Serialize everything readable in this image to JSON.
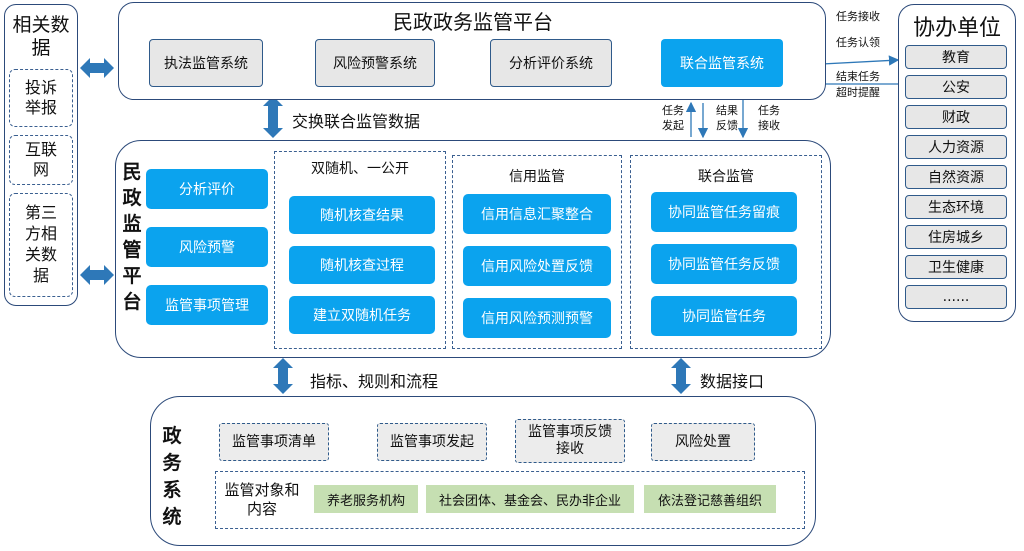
{
  "left": {
    "title": "相关数据",
    "items": [
      "投诉举报",
      "互联网",
      "第三方相关数据"
    ]
  },
  "top_platform": {
    "title": "民政政务监管平台",
    "systems": [
      "执法监管系统",
      "风险预警系统",
      "分析评价系统",
      "联合监管系统"
    ]
  },
  "top_right_labels": {
    "task_receive": "任务接收",
    "task_claim": "任务认领",
    "end_task": "结束任务",
    "timeout": "超时提醒"
  },
  "mid_arrows": {
    "exchange": "交换联合监管数据",
    "task_start": "任务发起",
    "result_feedback": "结果反馈",
    "task_receive": "任务接收"
  },
  "right": {
    "title": "协办单位",
    "items": [
      "教育",
      "公安",
      "财政",
      "人力资源",
      "自然资源",
      "生态环境",
      "住房城乡",
      "卫生健康",
      "......"
    ]
  },
  "middle": {
    "title_chars": [
      "民",
      "政",
      "监",
      "管",
      "平",
      "台"
    ],
    "left_buttons": [
      "分析评价",
      "风险预警",
      "监管事项管理"
    ],
    "groups": [
      {
        "title": "双随机、一公开",
        "items": [
          "随机核查结果",
          "随机核查过程",
          "建立双随机任务"
        ]
      },
      {
        "title": "信用监管",
        "items": [
          "信用信息汇聚整合",
          "信用风险处置反馈",
          "信用风险预测预警"
        ]
      },
      {
        "title": "联合监管",
        "items": [
          "协同监管任务留痕",
          "协同监管任务反馈",
          "协同监管任务"
        ]
      }
    ]
  },
  "lower_arrows": {
    "left": "指标、规则和流程",
    "right": "数据接口"
  },
  "bottom": {
    "title_chars": [
      "政",
      "务",
      "系",
      "统"
    ],
    "items": [
      "监管事项清单",
      "监管事项发起",
      "监管事项反馈接收",
      "风险处置"
    ],
    "objects_label": "监管对象和内容",
    "objects": [
      "养老服务机构",
      "社会团体、基金会、民办非企业",
      "依法登记慈善组织"
    ]
  }
}
